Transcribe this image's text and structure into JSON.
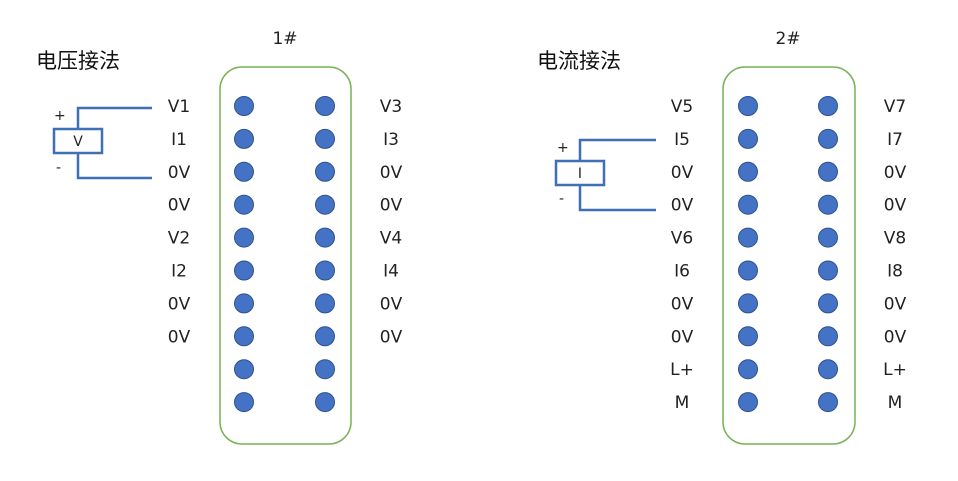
{
  "connector1": {
    "title": "1#",
    "left_labels": [
      "V1",
      "I1",
      "0V",
      "0V",
      "V2",
      "I2",
      "0V",
      "0V",
      "",
      ""
    ],
    "right_labels": [
      "V3",
      "I3",
      "0V",
      "0V",
      "V4",
      "I4",
      "0V",
      "0V",
      "",
      ""
    ]
  },
  "connector2": {
    "title": "2#",
    "left_labels": [
      "V5",
      "I5",
      "0V",
      "0V",
      "V6",
      "I6",
      "0V",
      "0V",
      "L+",
      "M"
    ],
    "right_labels": [
      "V7",
      "I7",
      "0V",
      "0V",
      "V8",
      "I8",
      "0V",
      "0V",
      "L+",
      "M"
    ]
  },
  "voltage_wiring": {
    "title": "电压接法",
    "plus": "+",
    "minus": "-",
    "meter_label": "V"
  },
  "current_wiring": {
    "title": "电流接法",
    "plus": "+",
    "minus": "-",
    "meter_label": "I"
  },
  "colors": {
    "pin": "#4472c4",
    "board_border": "#77b255",
    "wire": "#3f6fb5"
  }
}
